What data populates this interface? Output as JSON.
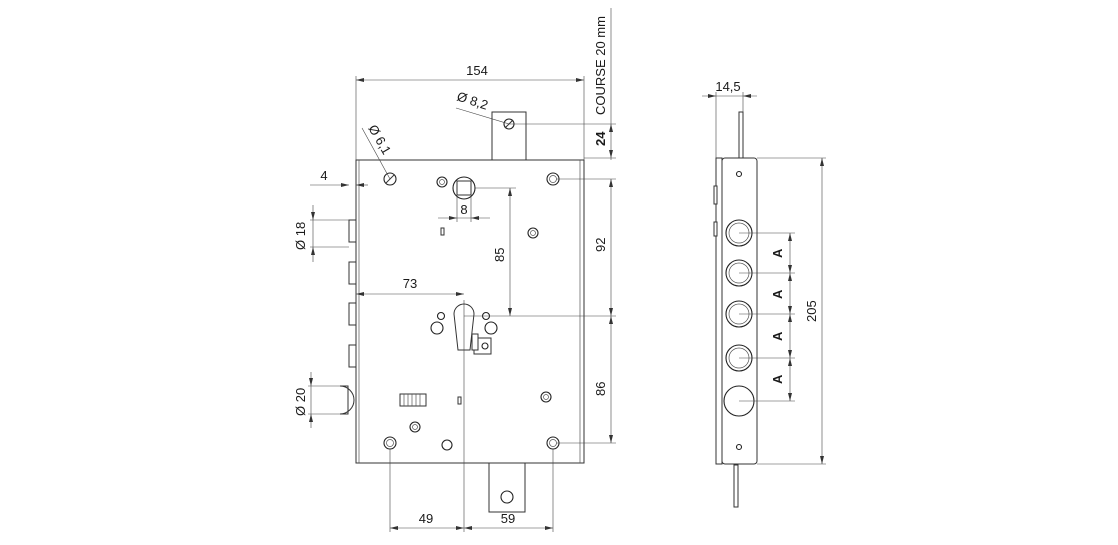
{
  "dimensions": {
    "width_154": "154",
    "course": "COURSE 20 mm",
    "d_8_2": "Ø 8,2",
    "d_6_1": "Ø 6,1",
    "dim_24": "24",
    "dim_4": "4",
    "dim_8": "8",
    "d_18": "Ø 18",
    "dim_85": "85",
    "dim_92": "92",
    "dim_73": "73",
    "d_20": "Ø 20",
    "dim_86": "86",
    "dim_49": "49",
    "dim_59": "59",
    "dim_14_5": "14,5",
    "dim_205": "205",
    "pitch_a": "A"
  },
  "colors": {
    "line": "#333333",
    "text": "#1a1a1a",
    "background": "#ffffff"
  }
}
